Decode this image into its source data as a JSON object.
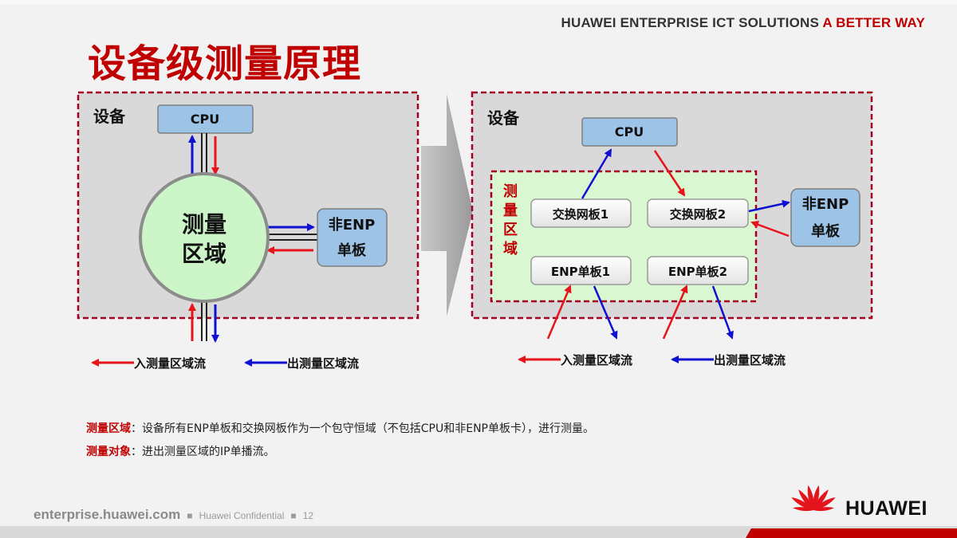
{
  "header": {
    "brand": "HUAWEI ENTERPRISE ICT SOLUTIONS ",
    "tagline": "A BETTER WAY"
  },
  "title": "设备级测量原理",
  "left": {
    "device_label": "设备",
    "cpu_label": "CPU",
    "zone_line1": "测量",
    "zone_line2": "区域",
    "nonenp_line1": "非ENP",
    "nonenp_line2": "单板",
    "legend_in": "入测量区域流",
    "legend_out": "出测量区域流"
  },
  "right": {
    "device_label": "设备",
    "cpu_label": "CPU",
    "zone_chars": [
      "测",
      "量",
      "区",
      "域"
    ],
    "switch1": "交换网板1",
    "switch2": "交换网板2",
    "enp1": "ENP单板1",
    "enp2": "ENP单板2",
    "nonenp_line1": "非ENP",
    "nonenp_line2": "单板",
    "legend_in": "入测量区域流",
    "legend_out": "出测量区域流"
  },
  "notes": [
    {
      "key": "测量区域",
      "text": "：设备所有ENP单板和交换网板作为一个包守恒域（不包括CPU和非ENP单板卡），进行测量。"
    },
    {
      "key": "测量对象",
      "text": "：进出测量区域的IP单播流。"
    }
  ],
  "footer": {
    "site": "enterprise.huawei.com",
    "confidential": "Huawei Confidential",
    "page": "12"
  },
  "logo": {
    "text": "HUAWEI"
  },
  "colors": {
    "brand_red": "#c00000",
    "in_flow": "#e8141c",
    "out_flow": "#1010d0",
    "box_blue": "#9dc3e6",
    "zone_green": "#d9f7d0",
    "frame_gray": "#d9d9d9"
  }
}
